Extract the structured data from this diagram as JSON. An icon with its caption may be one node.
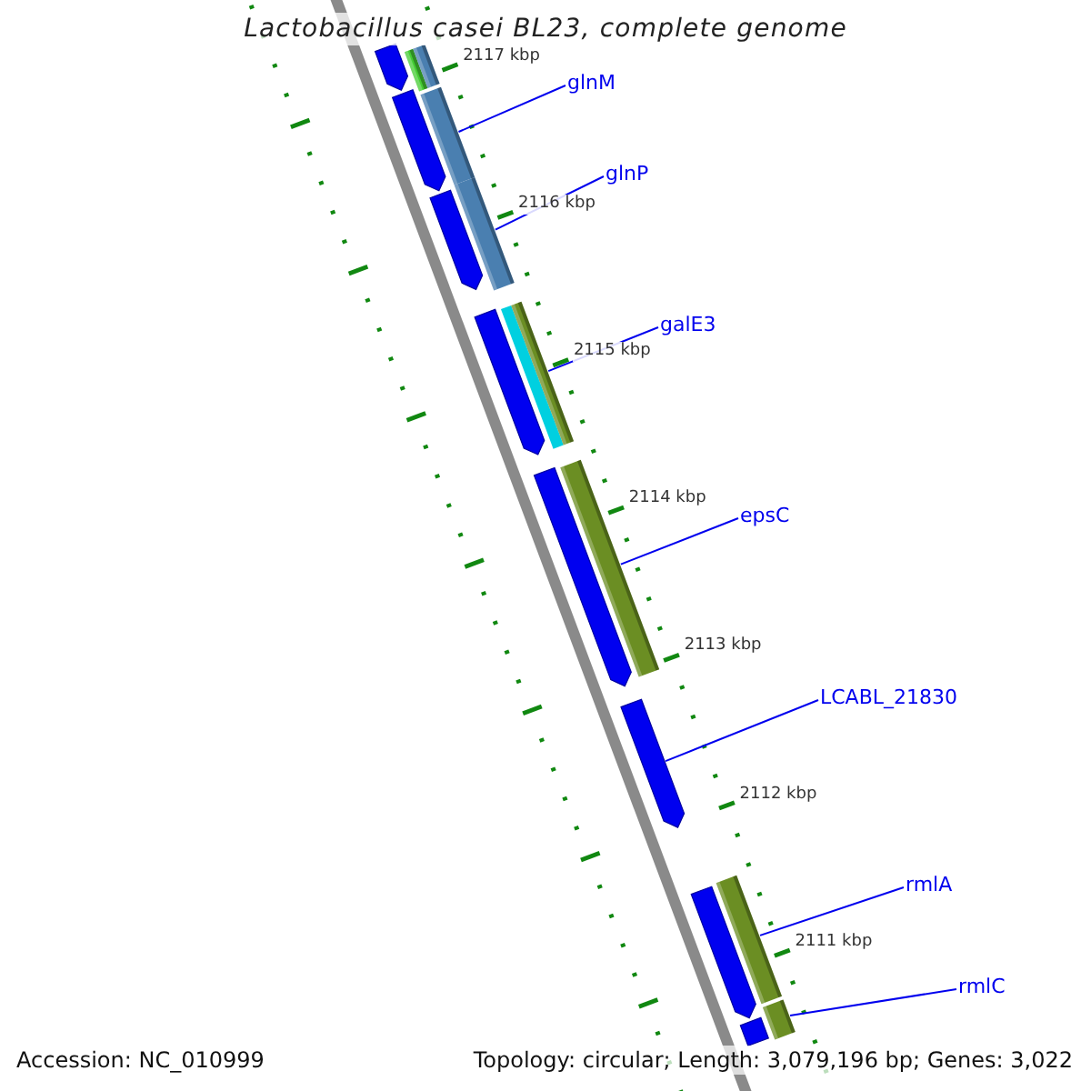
{
  "diagram": {
    "title": "Lactobacillus casei BL23, complete genome",
    "nodes": [
      {
        "text": [
          "glnM"
        ]
      },
      {
        "text": [
          "glnP"
        ]
      },
      {
        "text": [
          "galE3"
        ]
      },
      {
        "text": [
          "epsC"
        ]
      },
      {
        "text": [
          "LCABL_21830"
        ]
      },
      {
        "text": [
          "rmlA"
        ]
      },
      {
        "text": [
          "rmlC"
        ]
      },
      {
        "text": [],
        "shape": "bar"
      },
      {
        "text": [],
        "shape": "bar"
      },
      {
        "text": [],
        "shape": "bar"
      },
      {
        "text": [],
        "shape": "bar"
      },
      {
        "text": [],
        "shape": "bar"
      },
      {
        "text": [],
        "shape": "bar"
      },
      {
        "text": [],
        "shape": "bar"
      },
      {
        "text": [],
        "shape": "bar"
      },
      {
        "text": [],
        "shape": "bar"
      },
      {
        "text": [],
        "shape": "bar"
      },
      {
        "text": [],
        "shape": "bar"
      },
      {
        "text": [],
        "shape": "bar"
      },
      {
        "text": [],
        "shape": "bar"
      },
      {
        "text": [],
        "shape": "bar"
      },
      {
        "text": [],
        "shape": "bar"
      },
      {
        "text": [],
        "shape": "bar"
      }
    ],
    "edges": [
      {
        "from": 0,
        "to": 7,
        "arrow": "none"
      },
      {
        "from": 1,
        "to": 8,
        "arrow": "none"
      },
      {
        "from": 2,
        "to": 9,
        "arrow": "none"
      },
      {
        "from": 3,
        "to": 10,
        "arrow": "none"
      },
      {
        "from": 4,
        "to": 11,
        "arrow": "none"
      },
      {
        "from": 5,
        "to": 12,
        "arrow": "none"
      },
      {
        "from": 6,
        "to": 13,
        "arrow": "none"
      }
    ],
    "labels": [
      "2117 kbp",
      "2116 kbp",
      "2115 kbp",
      "2114 kbp",
      "2113 kbp",
      "2112 kbp",
      "2111 kbp",
      "Accession: NC_010999",
      "Topology: circular; Length: 3,079,196 bp; Genes: 3,022"
    ]
  }
}
